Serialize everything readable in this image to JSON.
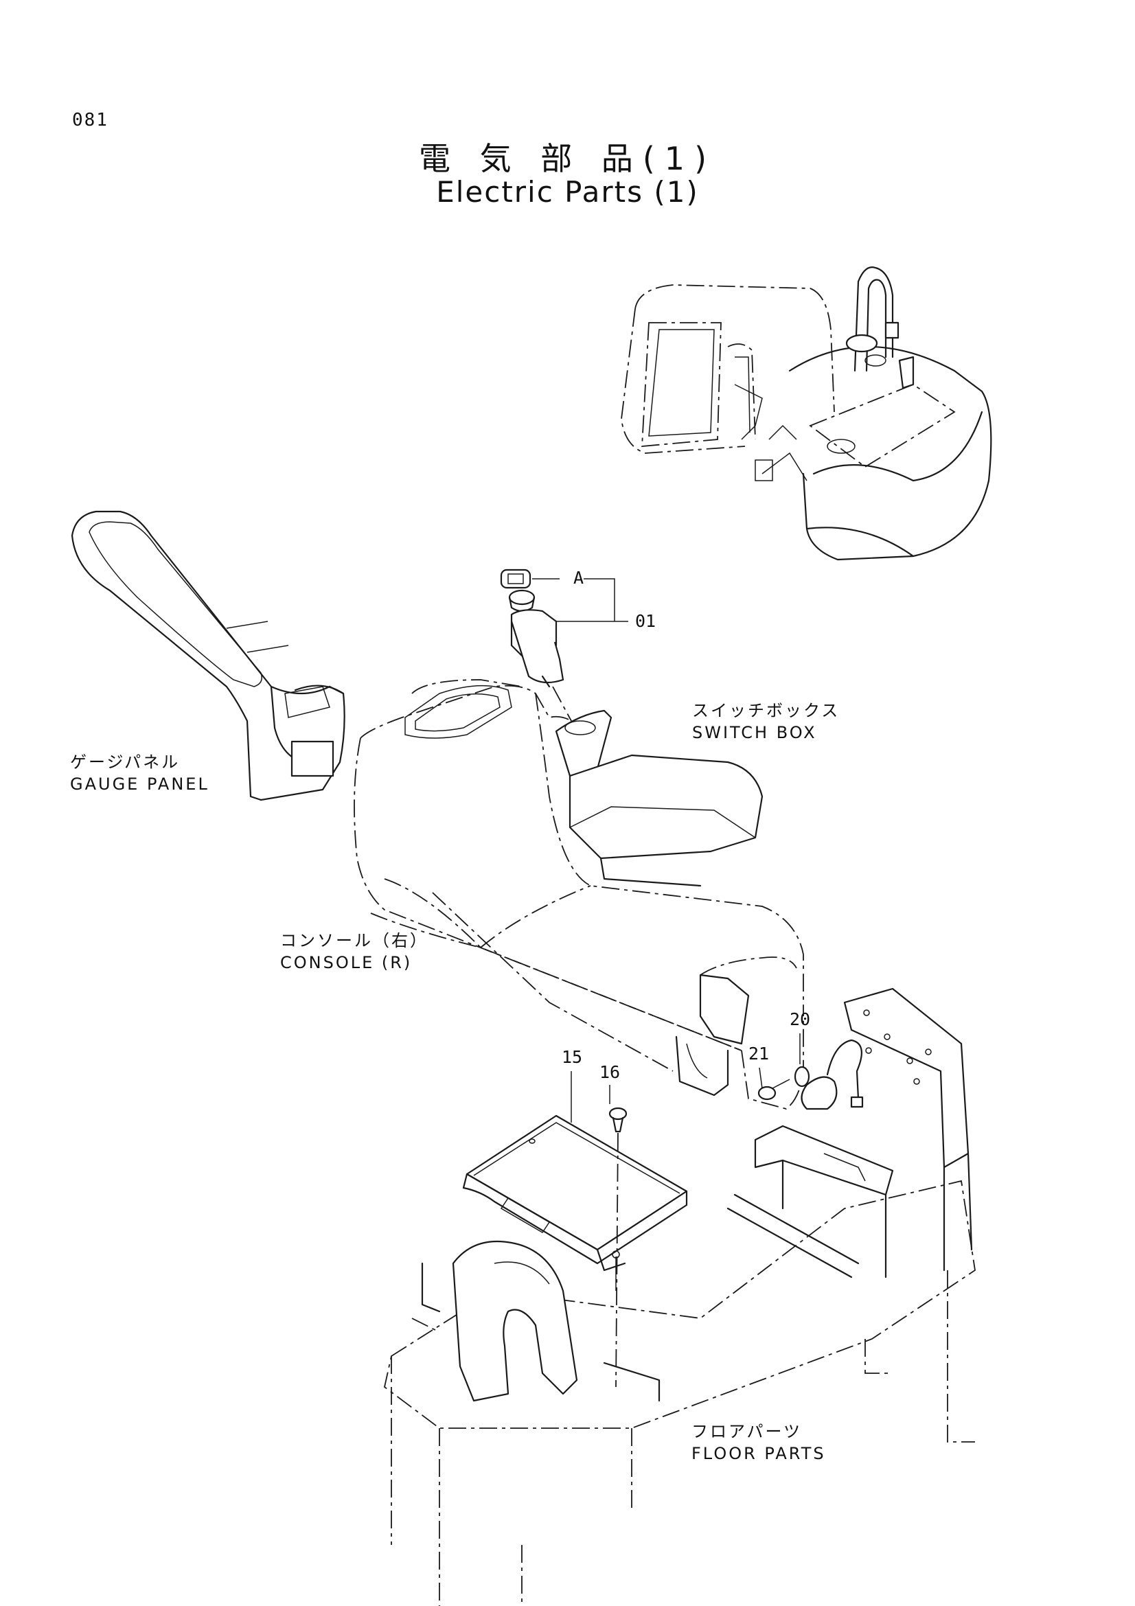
{
  "page": {
    "number": "081"
  },
  "title": {
    "jp": "電 気 部 品(1)",
    "en": "Electric Parts (1)"
  },
  "labels": {
    "switch_box": {
      "jp": "スイッチボックス",
      "en": "SWITCH BOX"
    },
    "gauge_panel": {
      "jp": "ゲージパネル",
      "en": "GAUGE PANEL"
    },
    "console": {
      "jp": "コンソール（右）",
      "en": "CONSOLE (R)"
    },
    "floor_parts": {
      "jp": "フロアパーツ",
      "en": "FLOOR PARTS"
    }
  },
  "callouts": {
    "a": "A",
    "p01": "01",
    "p15": "15",
    "p16": "16",
    "p20": "20",
    "p21": "21"
  }
}
